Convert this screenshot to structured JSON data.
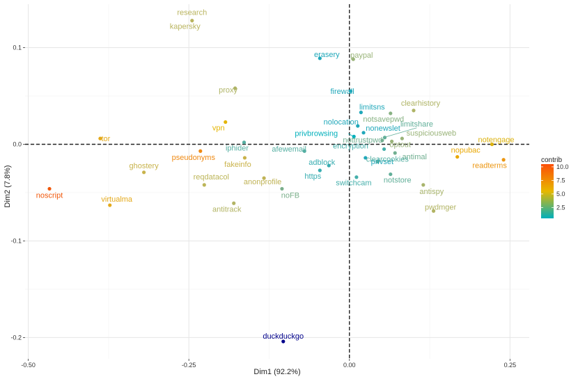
{
  "chart_data": {
    "type": "scatter",
    "xlabel": "Dim1 (92.2%)",
    "ylabel": "Dim2 (7.8%)",
    "xlim": [
      -0.505,
      0.28
    ],
    "ylim": [
      -0.222,
      0.145
    ],
    "x_ticks": [
      -0.5,
      -0.25,
      0.0,
      0.25
    ],
    "x_tick_labels": [
      "-0.50",
      "-0.25",
      "0.00",
      "0.25"
    ],
    "y_ticks": [
      -0.2,
      -0.1,
      0.0,
      0.1
    ],
    "y_tick_labels": [
      "-0.2",
      "-0.1",
      "0.0",
      "0.1"
    ],
    "grid": true,
    "reference_lines": {
      "x": 0,
      "y": 0,
      "style": "dashed"
    },
    "legend": {
      "title": "contrib",
      "position": "right",
      "ticks": [
        "10.0",
        "7.5",
        "5.0",
        "2.5"
      ],
      "tick_values": [
        10.0,
        7.5,
        5.0,
        2.5
      ],
      "range": [
        0.5,
        10.5
      ],
      "gradient": [
        "#00AFBB",
        "#E7B800",
        "#FC4E07"
      ]
    },
    "points": [
      {
        "label": "research",
        "x": -0.245,
        "y": 0.128,
        "color": "#B9B45F"
      },
      {
        "label": "kapersky",
        "x": -0.245,
        "y": 0.128,
        "color": "#B9B45F"
      },
      {
        "label": "erasery",
        "x": -0.046,
        "y": 0.089,
        "color": "#21A8BA"
      },
      {
        "label": "paypal",
        "x": 0.006,
        "y": 0.088,
        "color": "#9AB47A"
      },
      {
        "label": "proxy",
        "x": -0.178,
        "y": 0.058,
        "color": "#AFB466"
      },
      {
        "label": "firewall",
        "x": 0.002,
        "y": 0.055,
        "color": "#21A8BA"
      },
      {
        "label": "limitsns",
        "x": 0.018,
        "y": 0.033,
        "color": "#21A8BA"
      },
      {
        "label": "clearhistory",
        "x": 0.1,
        "y": 0.035,
        "color": "#AFB466"
      },
      {
        "label": "notsavepwd",
        "x": 0.064,
        "y": 0.032,
        "color": "#88B283"
      },
      {
        "label": "vpn",
        "x": -0.193,
        "y": 0.023,
        "color": "#E4B503"
      },
      {
        "label": "nolocation",
        "x": 0.013,
        "y": 0.019,
        "color": "#21A8BA"
      },
      {
        "label": "nonewslet",
        "x": 0.022,
        "y": 0.012,
        "color": "#21A8BA"
      },
      {
        "label": "limitshare",
        "x": 0.055,
        "y": 0.007,
        "color": "#62AF99"
      },
      {
        "label": "tor",
        "x": -0.388,
        "y": 0.006,
        "color": "#E4A91B"
      },
      {
        "label": "privbrowsing",
        "x": 0.007,
        "y": 0.008,
        "color": "#00AFBB"
      },
      {
        "label": "suspiciousweb",
        "x": 0.082,
        "y": 0.006,
        "color": "#9AB47A"
      },
      {
        "label": "nottrustpwd",
        "x": 0.051,
        "y": 0.004,
        "color": "#71AF91"
      },
      {
        "label": "optout",
        "x": 0.066,
        "y": 0.003,
        "color": "#9AB47A"
      },
      {
        "label": "notengage",
        "x": 0.222,
        "y": 0.0,
        "color": "#DBB10C"
      },
      {
        "label": "iphider",
        "x": -0.164,
        "y": 0.002,
        "color": "#55AFA2"
      },
      {
        "label": "afewemail",
        "x": -0.07,
        "y": -0.007,
        "color": "#55AFA2"
      },
      {
        "label": "encryption",
        "x": 0.054,
        "y": -0.005,
        "color": "#45AFAB"
      },
      {
        "label": "antimal",
        "x": 0.071,
        "y": -0.009,
        "color": "#71AF91"
      },
      {
        "label": "pseudonyms",
        "x": -0.232,
        "y": -0.007,
        "color": "#EF8A14"
      },
      {
        "label": "nopubac",
        "x": 0.168,
        "y": -0.013,
        "color": "#E9A804"
      },
      {
        "label": "fakeinfo",
        "x": -0.163,
        "y": -0.014,
        "color": "#C9B24A"
      },
      {
        "label": "readterms",
        "x": 0.24,
        "y": -0.016,
        "color": "#EC9611"
      },
      {
        "label": "adblock",
        "x": -0.032,
        "y": -0.022,
        "color": "#38ADB1"
      },
      {
        "label": "privset",
        "x": 0.025,
        "y": -0.014,
        "color": "#21A8BA"
      },
      {
        "label": "clearcookies",
        "x": 0.044,
        "y": -0.018,
        "color": "#55AFA2"
      },
      {
        "label": "https",
        "x": -0.046,
        "y": -0.027,
        "color": "#38ADB1"
      },
      {
        "label": "ghostery",
        "x": -0.32,
        "y": -0.029,
        "color": "#C8B34C"
      },
      {
        "label": "switchcam",
        "x": 0.011,
        "y": -0.034,
        "color": "#45AFAB"
      },
      {
        "label": "notstore",
        "x": 0.064,
        "y": -0.031,
        "color": "#62AF99"
      },
      {
        "label": "reqdatacol",
        "x": -0.226,
        "y": -0.042,
        "color": "#BCB558"
      },
      {
        "label": "anonprofile",
        "x": -0.133,
        "y": -0.035,
        "color": "#C0B356"
      },
      {
        "label": "antispy",
        "x": 0.115,
        "y": -0.042,
        "color": "#A8B46C"
      },
      {
        "label": "noscript",
        "x": -0.467,
        "y": -0.046,
        "color": "#F0570A"
      },
      {
        "label": "noFB",
        "x": -0.105,
        "y": -0.046,
        "color": "#7BAF8B"
      },
      {
        "label": "virtualma",
        "x": -0.373,
        "y": -0.063,
        "color": "#E4A91B"
      },
      {
        "label": "antitrack",
        "x": -0.18,
        "y": -0.061,
        "color": "#B2B464"
      },
      {
        "label": "pwdmger",
        "x": 0.131,
        "y": -0.069,
        "color": "#B2B464"
      },
      {
        "label": "duckduckgo",
        "x": -0.103,
        "y": -0.204,
        "color": "#00008B"
      }
    ]
  }
}
